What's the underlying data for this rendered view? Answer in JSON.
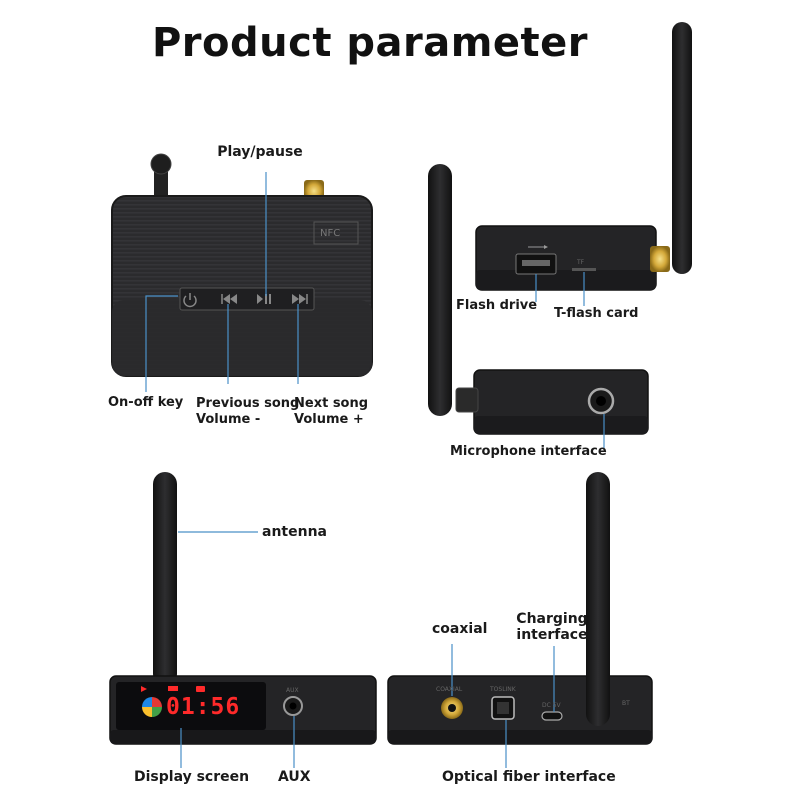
{
  "title": "Product parameter",
  "labels": {
    "play_pause": "Play/pause",
    "on_off_key": "On-off key",
    "previous_song": "Previous song",
    "volume_minus": "Volume -",
    "next_song": "Next song",
    "volume_plus": "Volume +",
    "flash_drive": "Flash drive",
    "t_flash_card": "T-flash card",
    "microphone_interface": "Microphone interface",
    "antenna": "antenna",
    "coaxial": "coaxial",
    "charging_interface_line1": "Charging",
    "charging_interface_line2": "interface",
    "display_screen": "Display screen",
    "aux": "AUX",
    "optical_fiber_interface": "Optical fiber interface"
  },
  "device_markings": {
    "nfc": "NFC",
    "tf": "TF",
    "aux_port": "AUX",
    "coaxial_port": "COAXIAL",
    "toslink_port": "TOSLINK",
    "dc_port": "DC 5V",
    "bt": "BT",
    "display_time": "01:56"
  },
  "colors": {
    "device_body": "#2a2a2c",
    "device_dark": "#1c1c1e",
    "leader_line": "#4a90c8",
    "display_red": "#ff2a2a",
    "gold": "#c9a227"
  },
  "icons": {
    "power": "power-icon",
    "prev": "skip-back-icon",
    "playpause": "play-pause-icon",
    "next": "skip-forward-icon",
    "usb": "usb-icon"
  }
}
